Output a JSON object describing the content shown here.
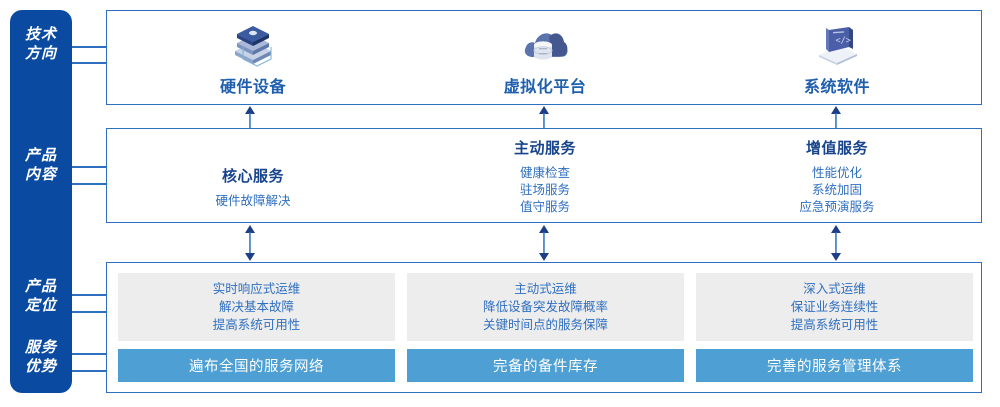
{
  "rail": {
    "labels": [
      {
        "name": "tech-direction",
        "lines": [
          "技术",
          "方向"
        ]
      },
      {
        "name": "product-content",
        "lines": [
          "产品",
          "内容"
        ]
      },
      {
        "name": "product-positioning",
        "lines": [
          "产品",
          "定位"
        ]
      },
      {
        "name": "service-advantage",
        "lines": [
          "服务",
          "优势"
        ]
      }
    ]
  },
  "tech_row": {
    "columns": [
      {
        "icon": "server-stack-icon",
        "title": "硬件设备"
      },
      {
        "icon": "cloud-database-icon",
        "title": "虚拟化平台"
      },
      {
        "icon": "laptop-code-icon",
        "title": "系统软件"
      }
    ]
  },
  "content_row": {
    "columns": [
      {
        "title": "核心服务",
        "items": [
          "硬件故障解决"
        ]
      },
      {
        "title": "主动服务",
        "items": [
          "健康检查",
          "驻场服务",
          "值守服务"
        ]
      },
      {
        "title": "增值服务",
        "items": [
          "性能优化",
          "系统加固",
          "应急预演服务"
        ]
      }
    ]
  },
  "bottom_row": {
    "columns": [
      {
        "positioning": [
          "实时响应式运维",
          "解决基本故障",
          "提高系统可用性"
        ],
        "advantage": "遍布全国的服务网络"
      },
      {
        "positioning": [
          "主动式运维",
          "降低设备突发故障概率",
          "关键时间点的服务保障"
        ],
        "advantage": "完备的备件库存"
      },
      {
        "positioning": [
          "深入式运维",
          "保证业务连续性",
          "提高系统可用性"
        ],
        "advantage": "完善的服务管理体系"
      }
    ]
  },
  "colors": {
    "rail_blue": "#0a4ba1",
    "border_blue": "#2f6fbf",
    "accent_blue": "#4d9fd4",
    "grey_box": "#ededed",
    "title_blue": "#17448c",
    "text_blue": "#2f6fbf"
  }
}
